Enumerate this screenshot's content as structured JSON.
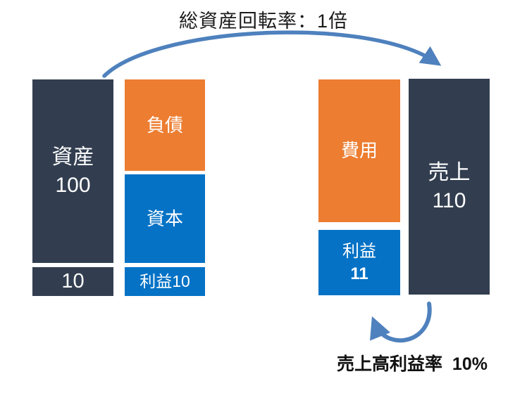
{
  "title": "総資産回転率：1倍",
  "left": {
    "assets": {
      "label": "資産",
      "value": "100"
    },
    "assets_profit": "10",
    "liabilities_label": "負債",
    "equity_label": "資本",
    "profit_label": "利益10"
  },
  "right": {
    "expenses_label": "費用",
    "profit": {
      "label": "利益",
      "value": "11"
    },
    "sales": {
      "label": "売上",
      "value": "110"
    }
  },
  "footer": "売上高利益率  10%",
  "colors": {
    "dark_navy": "#323E50",
    "orange": "#ED7D31",
    "blue": "#0572C5",
    "arrow_blue": "#4E81BD",
    "title_text": "#1A1A1A",
    "block_text": "#FFFFFF"
  }
}
